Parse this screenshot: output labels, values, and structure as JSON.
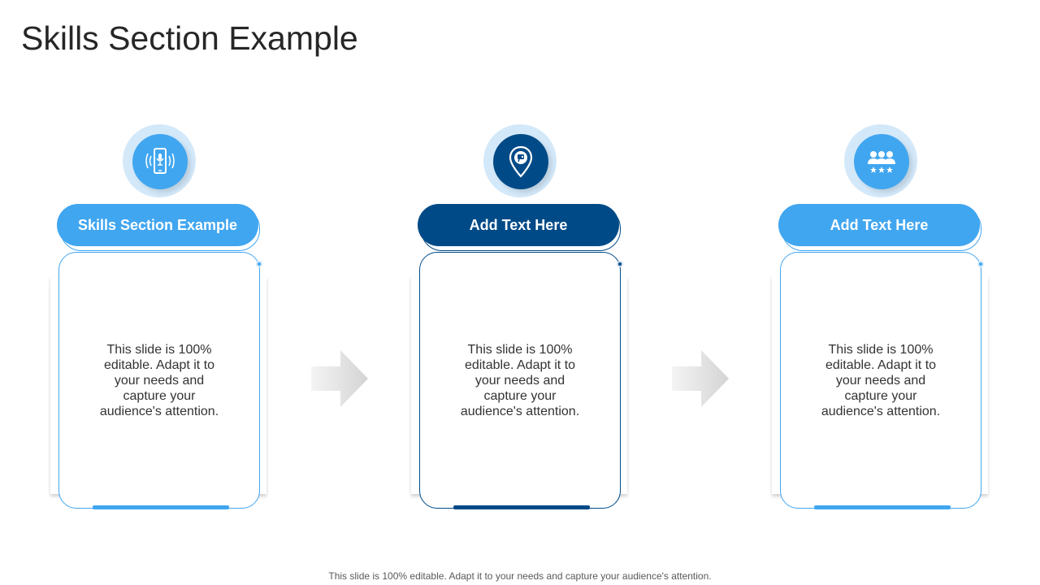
{
  "title": "Skills Section Example",
  "colors": {
    "light_blue": "#41a6f0",
    "dark_blue": "#004a87",
    "halo": "#d3e9fa"
  },
  "columns": [
    {
      "icon": "smartphone-microphone-icon",
      "heading": "Skills Section Example",
      "body": "This slide is 100% editable. Adapt it to your needs and capture your audience's attention."
    },
    {
      "icon": "location-pin-icon",
      "heading": "Add Text Here",
      "body": "This slide is 100% editable. Adapt it to your needs and capture your audience's attention."
    },
    {
      "icon": "team-rating-icon",
      "heading": "Add Text Here",
      "body": "This slide is 100% editable. Adapt it to your needs and capture your audience's attention."
    }
  ],
  "footer": "This slide is 100% editable. Adapt it to your needs and capture your audience's attention."
}
